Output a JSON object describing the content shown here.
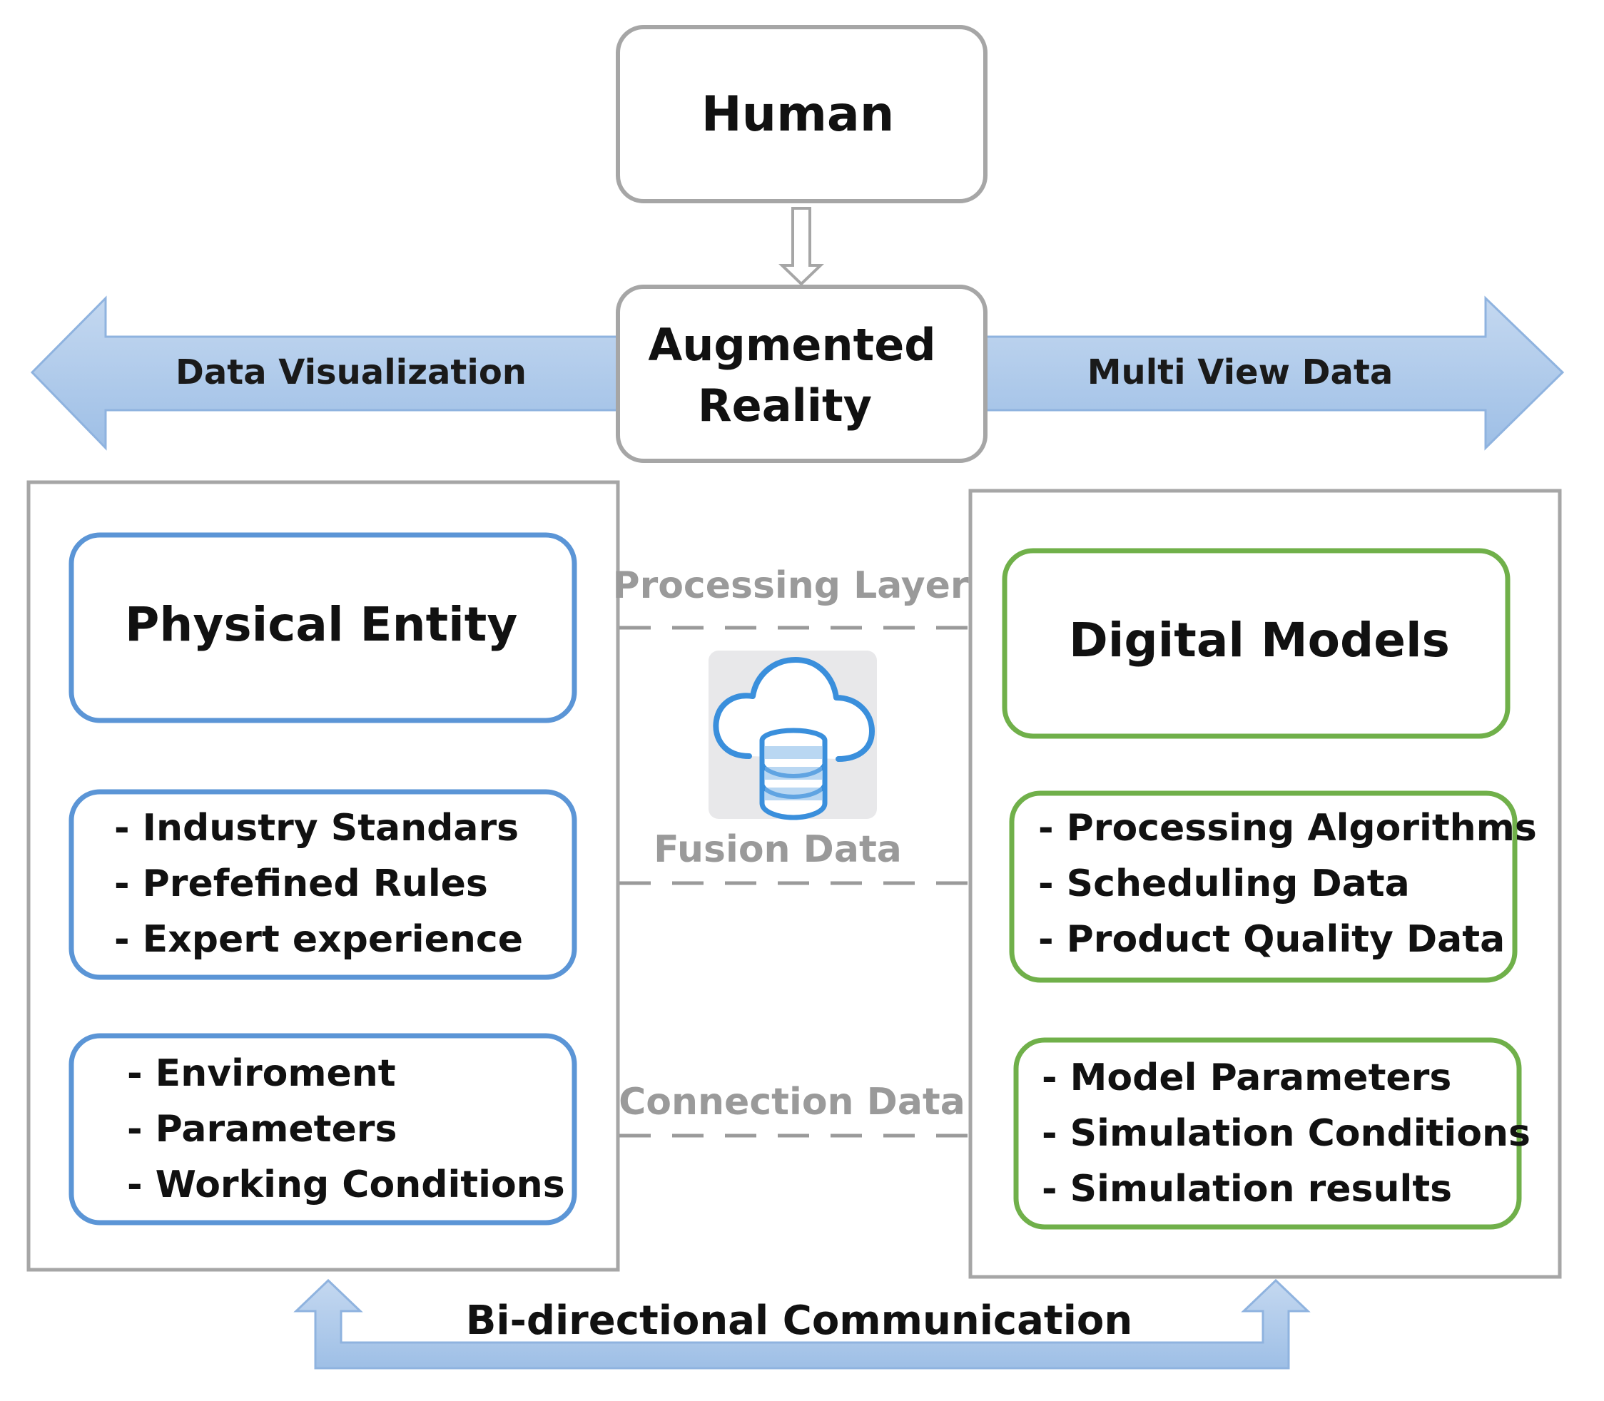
{
  "human": {
    "label": "Human"
  },
  "augmented_reality": {
    "line1": "Augmented",
    "line2": "Reality"
  },
  "arrows": {
    "left_label": "Data Visualization",
    "right_label": "Multi View Data",
    "bottom_label": "Bi-directional Communication"
  },
  "layers": {
    "processing": "Processing Layer",
    "fusion": "Fusion Data",
    "connection": "Connection Data"
  },
  "physical": {
    "title": "Physical Entity",
    "group1": [
      "- Industry Standars",
      "- Prefefined Rules",
      "- Expert experience"
    ],
    "group2": [
      "- Enviroment",
      "- Parameters",
      "- Working Conditions"
    ]
  },
  "digital": {
    "title": "Digital Models",
    "group1": [
      "- Processing Algorithms",
      "- Scheduling Data",
      "- Product Quality Data"
    ],
    "group2": [
      "- Model Parameters",
      "- Simulation Conditions",
      "- Simulation results"
    ]
  },
  "colors": {
    "arrow_fill": "#a9c6e8",
    "arrow_stroke": "#6f9fd6",
    "blue_border": "#5b95d6",
    "green_border": "#70b04a",
    "gray_border": "#a6a6a6",
    "cloud_bg": "#e8e8ea"
  },
  "icons": {
    "cloud": "cloud-database-icon"
  }
}
